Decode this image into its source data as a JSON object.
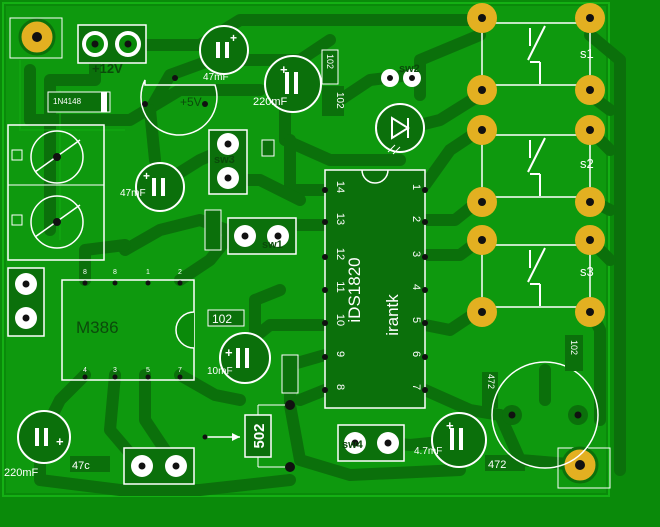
{
  "colors": {
    "board": "#0a8a0a",
    "copper_fill": "#10a010",
    "trace": "#0c6a0c",
    "pad_gold": "#e3b021",
    "pad_silk": "#ffffff",
    "drill": "#111111"
  },
  "labels": {
    "v12": "+12V",
    "v5": "+5V",
    "diode": "1N4148",
    "cap_47mf_top": "47mF",
    "cap_220mf_top": "220mF",
    "cap_47mf_left": "47mF",
    "cap_10mf": "10mF",
    "cap_220mf_bottom": "220mF",
    "cap_47mf_bottom": "4.7mF",
    "ic_big": "iDS1820",
    "ic_big_sub": "irantk",
    "ic_small": "M386",
    "sw1": "sw1",
    "sw2": "sw2",
    "sw3": "sw3",
    "sw4": "sw4",
    "relay_s1": "s1",
    "relay_s2": "s2",
    "relay_s3": "s3",
    "res_502": "502",
    "res_102a": "102",
    "res_102b": "102",
    "res_102c": "102",
    "res_472a": "472",
    "res_472b": "472",
    "res_102d": "102"
  },
  "ic_pins_left": [
    "14",
    "13",
    "12",
    "11",
    "10",
    "9",
    "8"
  ],
  "ic_pins_right": [
    "1",
    "2",
    "3",
    "4",
    "5",
    "6",
    "7"
  ],
  "small_ic_pins_top": [
    "8",
    "8",
    "1",
    "2"
  ],
  "small_ic_pins_bottom": [
    "4",
    "3",
    "5",
    "7"
  ]
}
